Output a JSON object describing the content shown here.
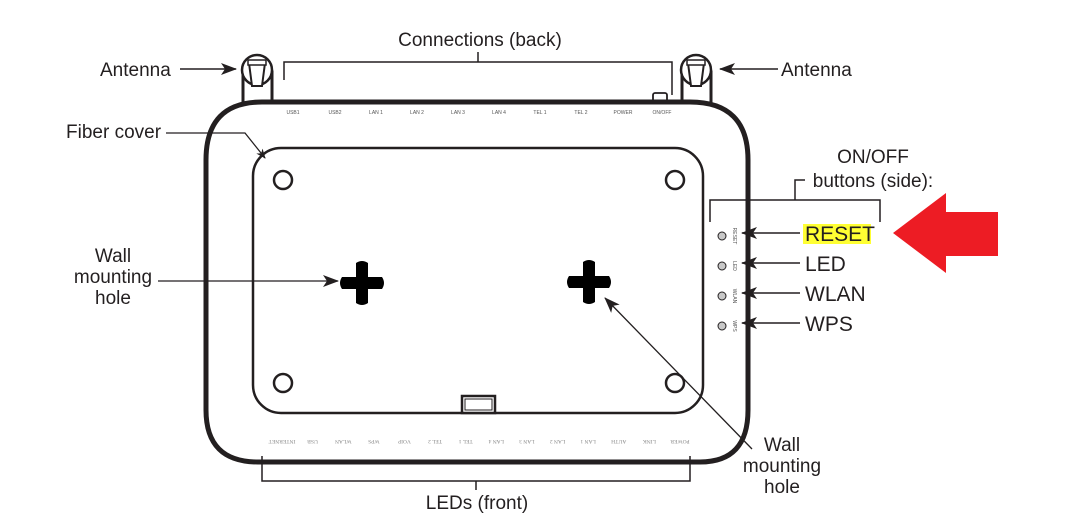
{
  "diagram": {
    "title_top": "Connections (back)",
    "title_bottom": "LEDs (front)",
    "labels": {
      "antenna_left": "Antenna",
      "antenna_right": "Antenna",
      "fiber_cover": "Fiber cover",
      "wall_hole_left": [
        "Wall",
        "mounting",
        "hole"
      ],
      "wall_hole_right": [
        "Wall",
        "mounting",
        "hole"
      ],
      "side_buttons_title": [
        "ON/OFF",
        "buttons (side):"
      ]
    },
    "back_ports": [
      "USB1",
      "USB2",
      "LAN 1",
      "LAN 2",
      "LAN 3",
      "LAN 4",
      "TEL 1",
      "TEL 2",
      "POWER",
      "ON/OFF"
    ],
    "front_leds": [
      "INTERNET",
      "USB",
      "WLAN",
      "WPS",
      "VOIP",
      "TEL 2",
      "TEL 1",
      "LAN 4",
      "LAN 3",
      "LAN 2",
      "LAN 1",
      "AUTH",
      "LINK",
      "POWER"
    ],
    "side_buttons": [
      {
        "label": "RESET",
        "tiny": "RESET",
        "highlighted": true
      },
      {
        "label": "LED",
        "tiny": "LED",
        "highlighted": false
      },
      {
        "label": "WLAN",
        "tiny": "WLAN",
        "highlighted": false
      },
      {
        "label": "WPS",
        "tiny": "WPS",
        "highlighted": false
      }
    ],
    "colors": {
      "highlight": "#ffff33",
      "pointer_arrow": "#ed1c24",
      "ink": "#231f20",
      "button_fill": "#c8c8c8"
    }
  }
}
